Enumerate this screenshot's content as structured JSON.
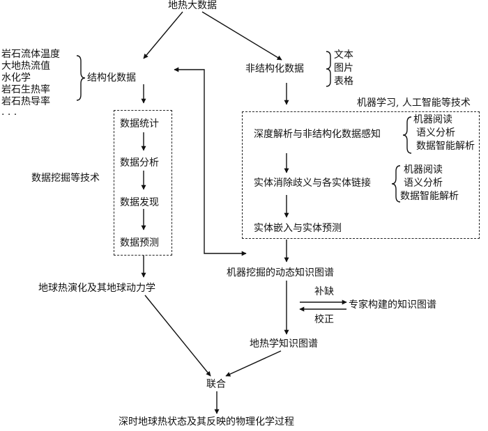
{
  "title": "地热大数据",
  "structured": {
    "label": "结构化数据",
    "items": [
      "岩石流体温度",
      "大地热流值",
      "水化学",
      "岩石生热率",
      "岩石热导率",
      "· · ·"
    ]
  },
  "unstructured": {
    "label": "非结构化数据",
    "items": [
      "文本",
      "图片",
      "表格"
    ]
  },
  "mining": {
    "technique_label": "数据挖掘等技术",
    "steps": [
      "数据统计",
      "数据分析",
      "数据发现",
      "数据预测"
    ]
  },
  "ml": {
    "technique_label": "机器学习, 人工智能等技术",
    "step1": "深度解析与非结构化数据感知",
    "step1_items": [
      "机器阅读",
      "语义分析",
      "数据智能解析"
    ],
    "step2": "实体消除歧义与各实体链接",
    "step2_items": [
      "机器阅读",
      "语义分析",
      "数据智能解析"
    ],
    "step3": "实体嵌入与实体预测"
  },
  "geodynamics": "地球热演化及其地球动力学",
  "dynamic_kg": "机器挖掘的动态知识图谱",
  "supplement": "补缺",
  "correct": "校正",
  "expert_kg": "专家构建的知识图谱",
  "geothermal_kg": "地热学知识图谱",
  "union": "联合",
  "final": "深时地球热状态及其反映的物理化学过程"
}
